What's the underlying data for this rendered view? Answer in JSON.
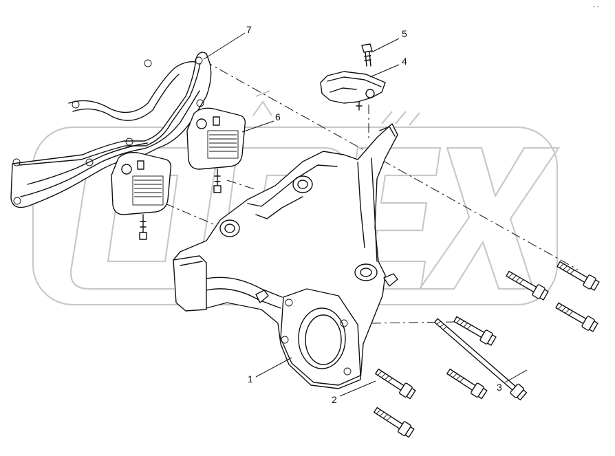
{
  "diagram": {
    "corner_mark": "- -",
    "watermark": "OPEX",
    "callouts": [
      {
        "id": "1",
        "label": "1"
      },
      {
        "id": "2",
        "label": "2"
      },
      {
        "id": "3",
        "label": "3"
      },
      {
        "id": "4",
        "label": "4"
      },
      {
        "id": "5",
        "label": "5"
      },
      {
        "id": "6",
        "label": "6"
      },
      {
        "id": "7",
        "label": "7"
      }
    ]
  }
}
